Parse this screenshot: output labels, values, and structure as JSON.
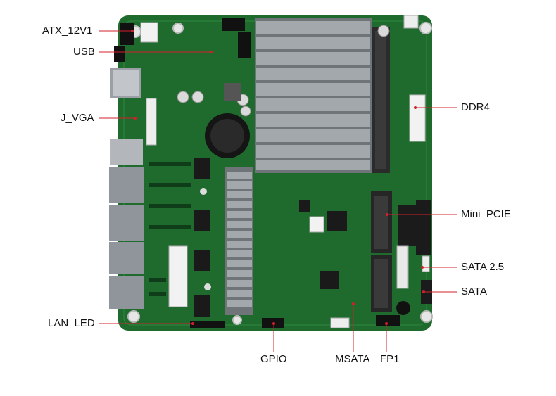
{
  "labels": {
    "atx_12v1": "ATX_12V1",
    "usb": "USB",
    "j_vga": "J_VGA",
    "lan_led": "LAN_LED",
    "ddr4": "DDR4",
    "mini_pcie": "Mini_PCIE",
    "sata_25": "SATA 2.5",
    "sata": "SATA",
    "gpio": "GPIO",
    "msata": "MSATA",
    "fp1": "FP1"
  },
  "colors": {
    "pcb": "#1f6b2e",
    "pcb_dark": "#144d20",
    "heatsink": "#8a8f94",
    "leader": "#d0202a"
  }
}
